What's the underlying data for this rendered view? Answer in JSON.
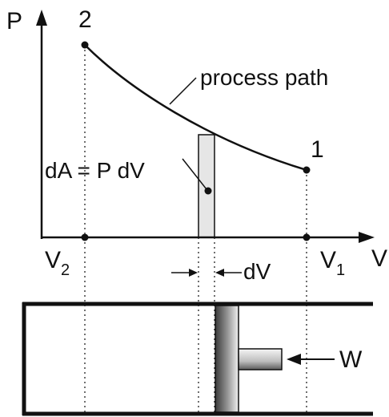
{
  "diagram": {
    "axis_p_label": "P",
    "axis_v_label": "V",
    "point_2_label": "2",
    "point_1_label": "1",
    "curve_label": "process path",
    "area_label": "dA = P dV",
    "v2_label": "V",
    "v2_subscript": "2",
    "v1_label": "V",
    "v1_subscript": "1",
    "dv_label": "dV",
    "work_label": "W"
  },
  "colors": {
    "line": "#111111",
    "strip_fill": "#e6e6e6",
    "piston_dark": "#444444",
    "piston_light": "#f2f2f2"
  }
}
